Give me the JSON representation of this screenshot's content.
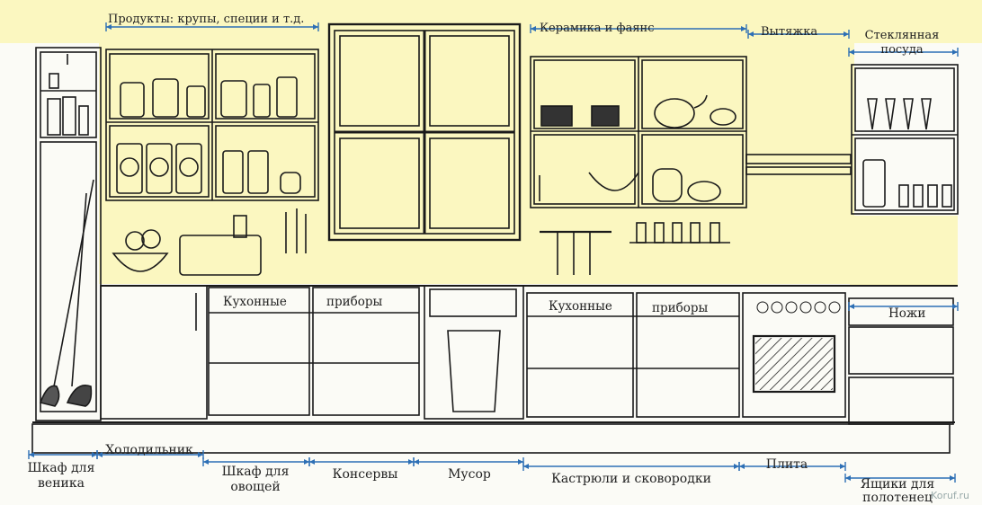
{
  "labels_top": {
    "products": "Продукты: крупы, специи и т.д.",
    "ceramics": "Керамика и фаянс",
    "hood": "Вытяжка",
    "glassware_line1": "Стеклянная",
    "glassware_line2": "посуда"
  },
  "labels_inside": {
    "utensils_left_1": "Кухонные",
    "utensils_left_2": "приборы",
    "utensils_right_1": "Кухонные",
    "utensils_right_2": "приборы",
    "knives": "Ножи"
  },
  "labels_bottom": {
    "broom_line1": "Шкаф для",
    "broom_line2": "веника",
    "fridge": "Холодильник",
    "veg_line1": "Шкаф для",
    "veg_line2": "овощей",
    "canned": "Консервы",
    "trash": "Мусор",
    "pots": "Кастрюли и сковородки",
    "stove": "Плита",
    "towels_line1": "Ящики для",
    "towels_line2": "полотенец"
  },
  "watermark": "Koruf.ru",
  "colors": {
    "wall": "#fbf7c0",
    "line": "#1a1a1a",
    "dimension": "#2d6fb5",
    "paper": "#fbfbf6"
  }
}
